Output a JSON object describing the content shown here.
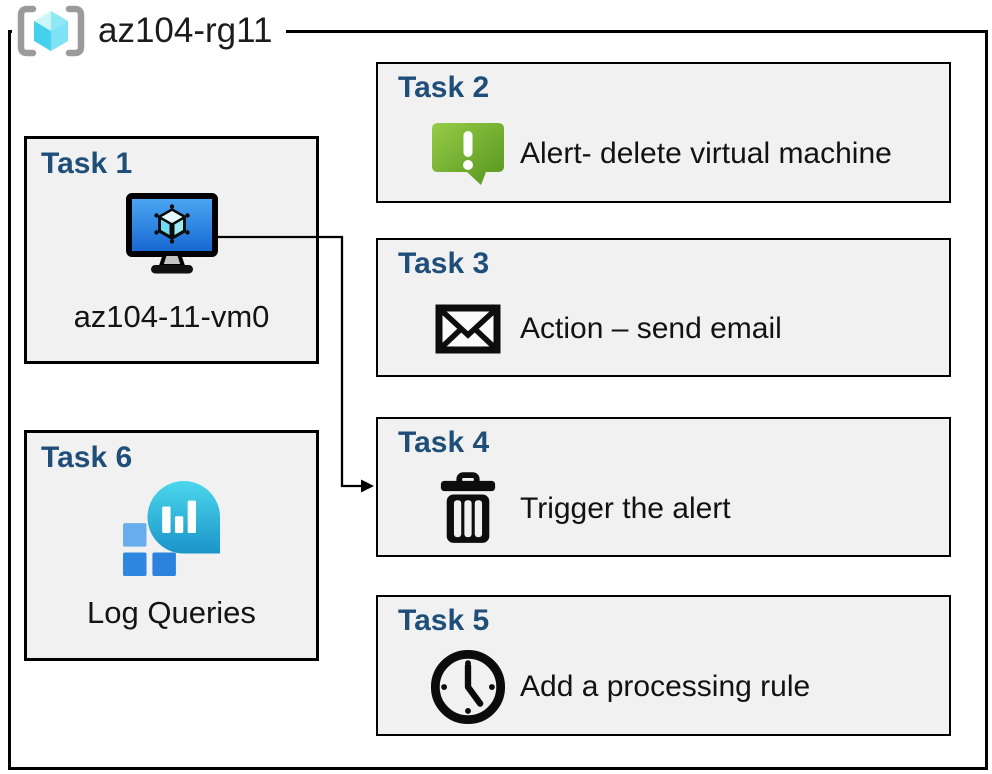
{
  "resource_group": {
    "name": "az104-rg11",
    "icon": "resource-group-icon"
  },
  "tasks": [
    {
      "title": "Task 1",
      "label": "az104-11-vm0",
      "icon": "virtual-machine-icon"
    },
    {
      "title": "Task 2",
      "label": "Alert- delete virtual machine",
      "icon": "alert-message-icon"
    },
    {
      "title": "Task 3",
      "label": "Action – send email",
      "icon": "email-envelope-icon"
    },
    {
      "title": "Task 4",
      "label": "Trigger the alert",
      "icon": "trash-icon"
    },
    {
      "title": "Task 5",
      "label": "Add a processing rule",
      "icon": "clock-icon"
    },
    {
      "title": "Task 6",
      "label": "Log Queries",
      "icon": "log-queries-icon"
    }
  ],
  "connections": [
    {
      "from": "Task 1",
      "to": "Task 4"
    }
  ],
  "colors": {
    "task_title": "#1f4e79",
    "box_fill": "#f1f1f1",
    "box_border": "#000000",
    "background": "#ffffff",
    "alert_green_light": "#93ca45",
    "alert_green_dark": "#58961f",
    "vm_screen_blue_light": "#4fa9f4",
    "vm_screen_blue_dark": "#1465d0",
    "cube_cyan": "#45d1ee",
    "log_bubble_cyan_light": "#4cd7ec",
    "log_bubble_cyan_dark": "#1b94c9",
    "log_square_blue_light": "#68aeec",
    "log_square_blue_dark": "#2e87e0",
    "rg_bracket_gray": "#9b9b9b"
  }
}
